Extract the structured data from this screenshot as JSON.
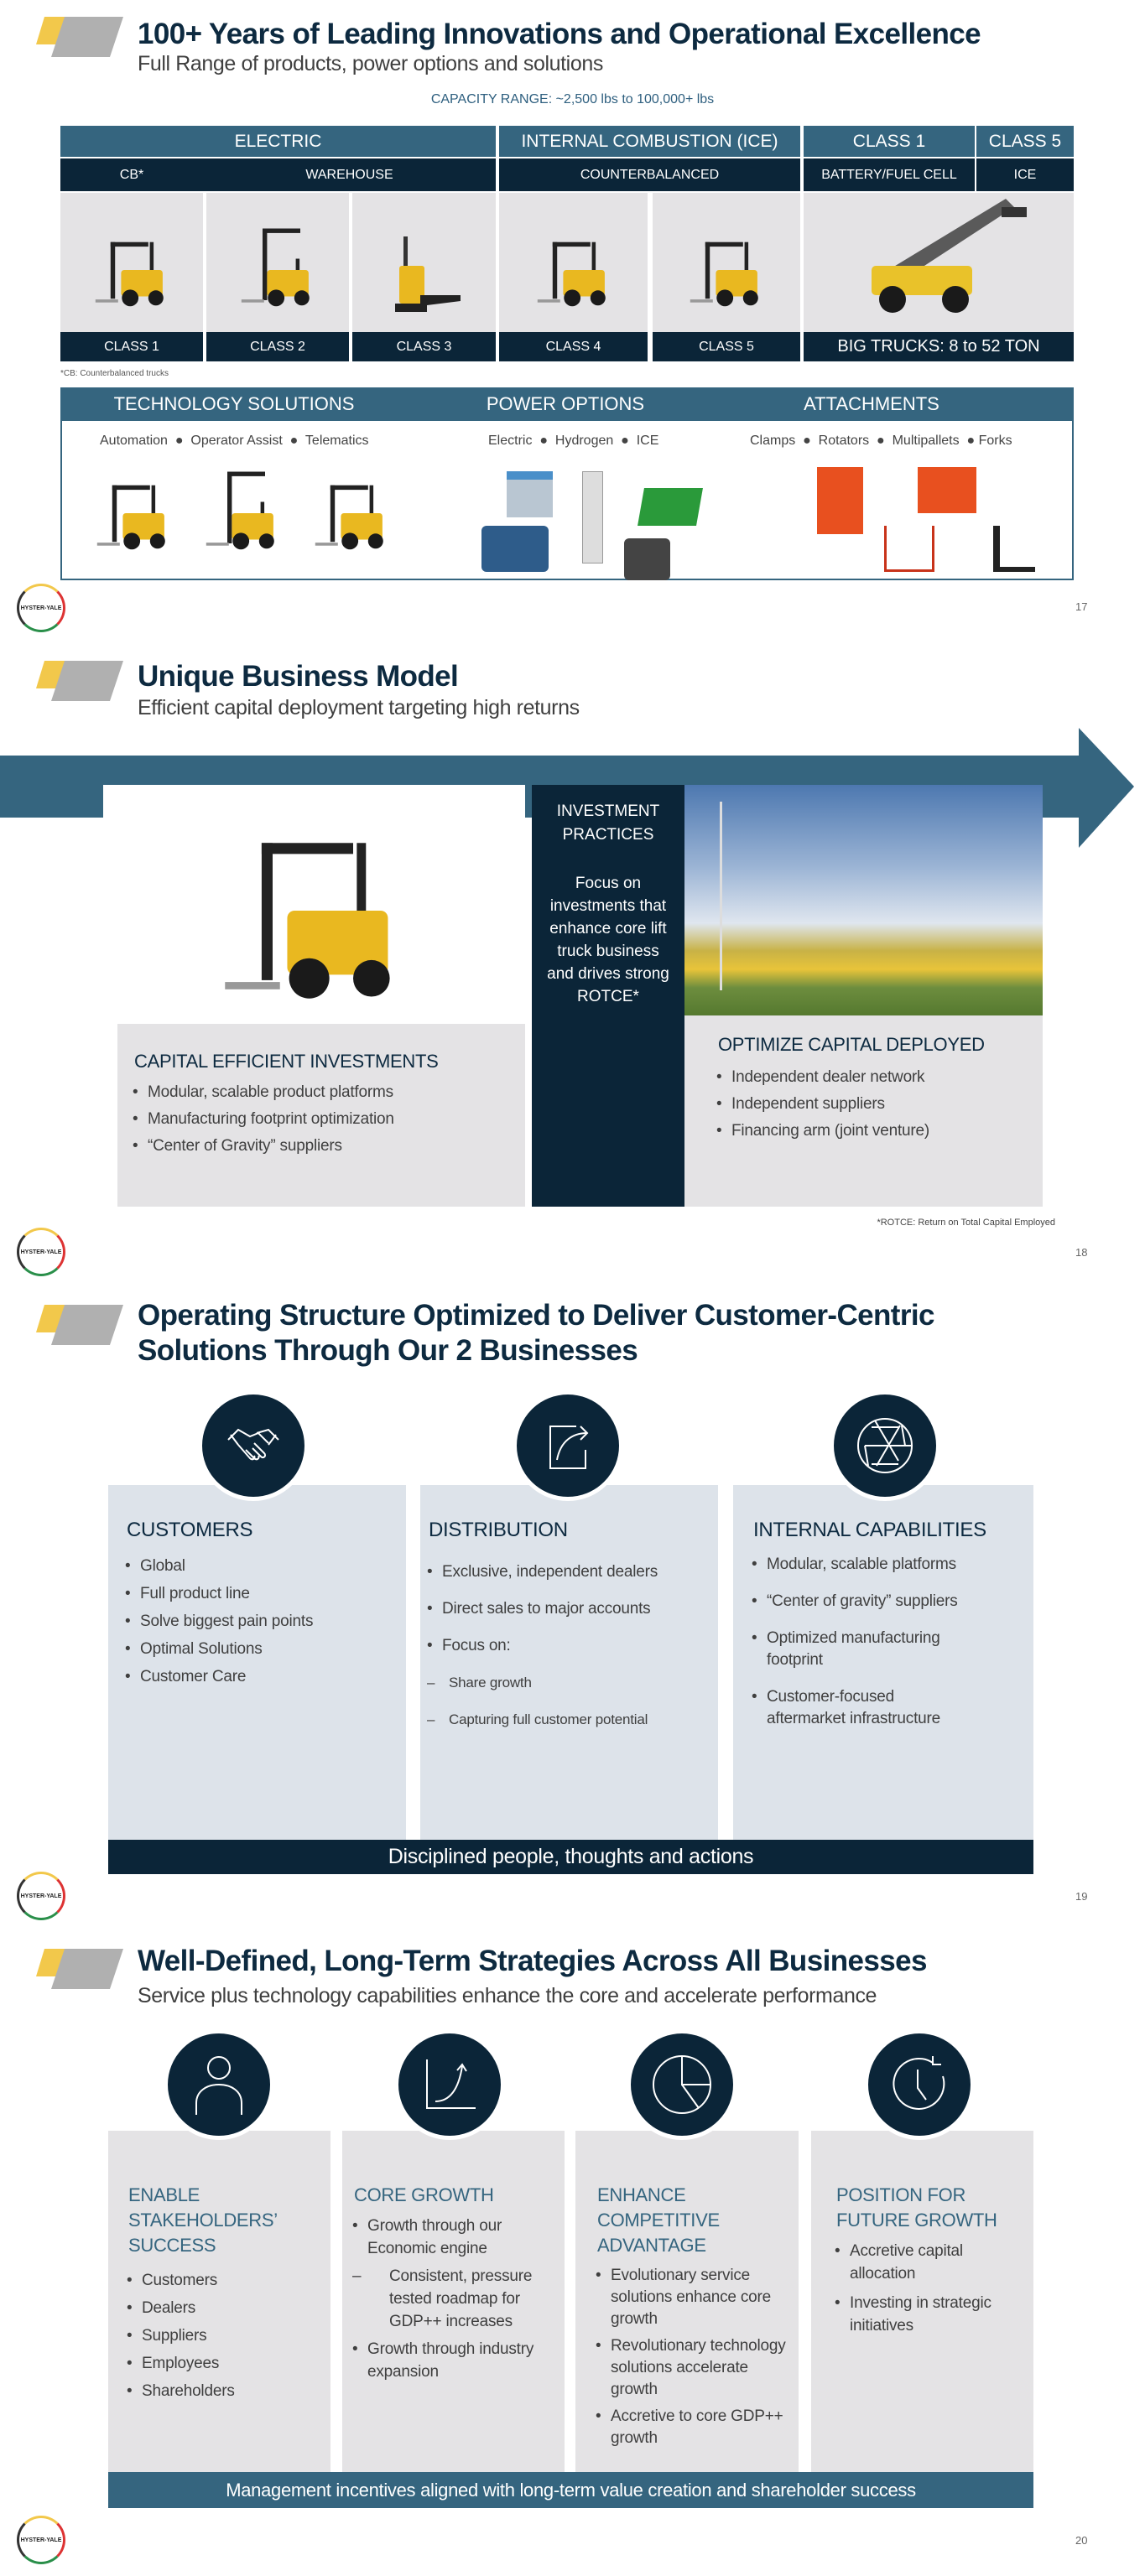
{
  "slide17": {
    "title": "100+ Years of Leading Innovations and Operational Excellence",
    "subtitle": "Full Range of products, power options and solutions",
    "capacity": "CAPACITY RANGE: ~2,500 lbs to 100,000+ lbs",
    "headers": {
      "electric": "ELECTRIC",
      "ice": "INTERNAL COMBUSTION (ICE)",
      "class1": "CLASS 1",
      "class5": "CLASS 5"
    },
    "subheaders": {
      "cb": "CB*",
      "warehouse": "WAREHOUSE",
      "counterbalanced": "COUNTERBALANCED",
      "battery": "BATTERY/FUEL CELL",
      "ice": "ICE"
    },
    "classes": [
      "CLASS 1",
      "CLASS 2",
      "CLASS 3",
      "CLASS 4",
      "CLASS 5",
      "BIG TRUCKS: 8 to 52 TON"
    ],
    "footnote": "*CB: Counterbalanced trucks",
    "sections": [
      {
        "title": "TECHNOLOGY SOLUTIONS",
        "items": "Automation  ●  Operator Assist  ●  Telematics"
      },
      {
        "title": "POWER OPTIONS",
        "items": "Electric  ●  Hydrogen  ●  ICE"
      },
      {
        "title": "ATTACHMENTS",
        "items": "Clamps  ●  Rotators  ●  Multipallets  ● Forks"
      }
    ],
    "page": "17"
  },
  "slide18": {
    "title": "Unique Business Model",
    "subtitle": "Efficient capital deployment targeting high returns",
    "center_title": "INVESTMENT PRACTICES",
    "center_body": "Focus on investments that enhance core lift truck business and drives strong ROTCE*",
    "left_title": "CAPITAL EFFICIENT INVESTMENTS",
    "left_items": [
      "Modular, scalable product platforms",
      "Manufacturing footprint optimization",
      "“Center of Gravity” suppliers"
    ],
    "right_title": "OPTIMIZE CAPITAL DEPLOYED",
    "right_items": [
      "Independent dealer network",
      "Independent suppliers",
      "Financing arm (joint venture)"
    ],
    "footnote": "*ROTCE: Return on Total Capital Employed",
    "page": "18"
  },
  "slide19": {
    "title_line1": "Operating Structure Optimized to Deliver Customer-Centric",
    "title_line2": "Solutions Through Our 2 Businesses",
    "columns": [
      {
        "title": "CUSTOMERS",
        "icon": "handshake",
        "items": [
          "Global",
          "Full product line",
          "Solve biggest pain points",
          "Optimal Solutions",
          "Customer Care"
        ]
      },
      {
        "title": "DISTRIBUTION",
        "icon": "share",
        "items": [
          "Exclusive, independent dealers",
          "Direct sales to major accounts",
          "Focus on:"
        ],
        "subitems": [
          "Share growth",
          "Capturing full customer potential"
        ]
      },
      {
        "title": "INTERNAL CAPABILITIES",
        "icon": "aperture",
        "items": [
          "Modular, scalable platforms",
          "“Center of gravity” suppliers",
          "Optimized manufacturing footprint",
          "Customer-focused aftermarket infrastructure"
        ]
      }
    ],
    "bar": "Disciplined people, thoughts and actions",
    "page": "19"
  },
  "slide20": {
    "title": "Well-Defined, Long-Term Strategies Across All Businesses",
    "subtitle": "Service plus technology capabilities enhance the core and accelerate performance",
    "columns": [
      {
        "title": "ENABLE STAKEHOLDERS’ SUCCESS",
        "icon": "person",
        "items": [
          "Customers",
          "Dealers",
          "Suppliers",
          "Employees",
          "Shareholders"
        ]
      },
      {
        "title": "CORE GROWTH",
        "icon": "growth-chart",
        "items": [
          "Growth through our Economic engine",
          "Growth through industry expansion"
        ],
        "subitem": "Consistent, pressure tested roadmap for GDP++ increases"
      },
      {
        "title": "ENHANCE COMPETITIVE ADVANTAGE",
        "icon": "pie-chart",
        "items": [
          "Evolutionary service solutions enhance core growth",
          "Revolutionary technology solutions accelerate growth",
          "Accretive to core GDP++ growth"
        ]
      },
      {
        "title": "POSITION FOR FUTURE GROWTH",
        "icon": "clock-refresh",
        "items": [
          "Accretive capital allocation",
          "Investing in strategic initiatives"
        ]
      }
    ],
    "bar": "Management incentives aligned with long-term value creation and shareholder success",
    "page": "20"
  },
  "logo_text": "HYSTER-YALE",
  "colors": {
    "navy": "#0b2538",
    "steel_blue": "#35657f",
    "yellow": "#f2c84b",
    "grey": "#b0b0b0"
  }
}
